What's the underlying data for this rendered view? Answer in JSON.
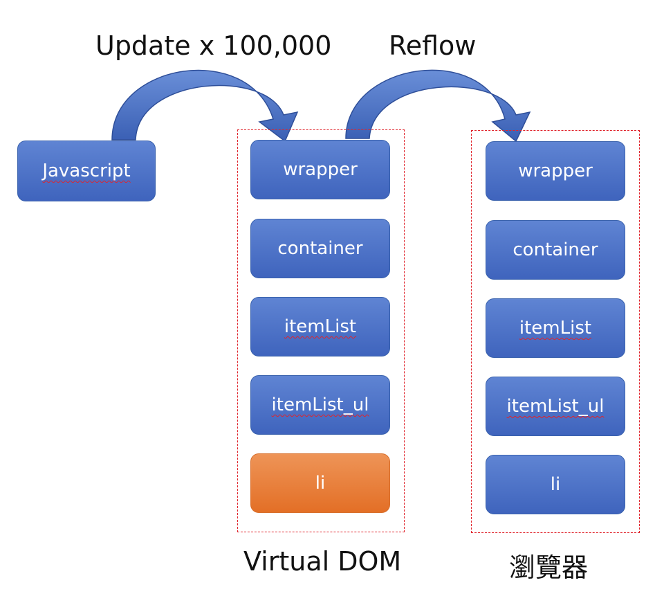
{
  "top_labels": {
    "update": "Update x 100,000",
    "reflow": "Reflow"
  },
  "source": {
    "label": "Javascript"
  },
  "virtual_dom": {
    "caption": "Virtual DOM",
    "nodes": [
      {
        "label": "wrapper",
        "color": "#4a6fc7"
      },
      {
        "label": "container",
        "color": "#4a6fc7"
      },
      {
        "label": "itemList",
        "color": "#4a6fc7"
      },
      {
        "label": "itemList_ul",
        "color": "#4a6fc7"
      },
      {
        "label": "li",
        "color": "#e9782f"
      }
    ]
  },
  "browser": {
    "caption": "瀏覽器",
    "nodes": [
      {
        "label": "wrapper"
      },
      {
        "label": "container"
      },
      {
        "label": "itemList"
      },
      {
        "label": "itemList_ul"
      },
      {
        "label": "li"
      }
    ]
  },
  "colors": {
    "node_blue": "#4a6fc7",
    "node_orange": "#e9782f",
    "dashed_border": "#e0232b",
    "arrow": "#3f64bd"
  }
}
